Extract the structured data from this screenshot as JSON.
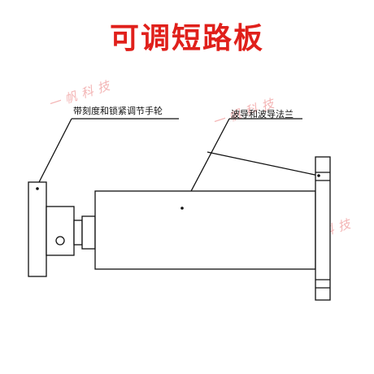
{
  "title": "可调短路板",
  "labels": {
    "handwheel": "带刻度和锁紧调节手轮",
    "waveguide": "波导和波导法兰"
  },
  "watermark": "一帆科技",
  "colors": {
    "title": "#e0201b",
    "line": "#111111",
    "fill": "#ffffff",
    "watermark": "#f2a7a7"
  }
}
